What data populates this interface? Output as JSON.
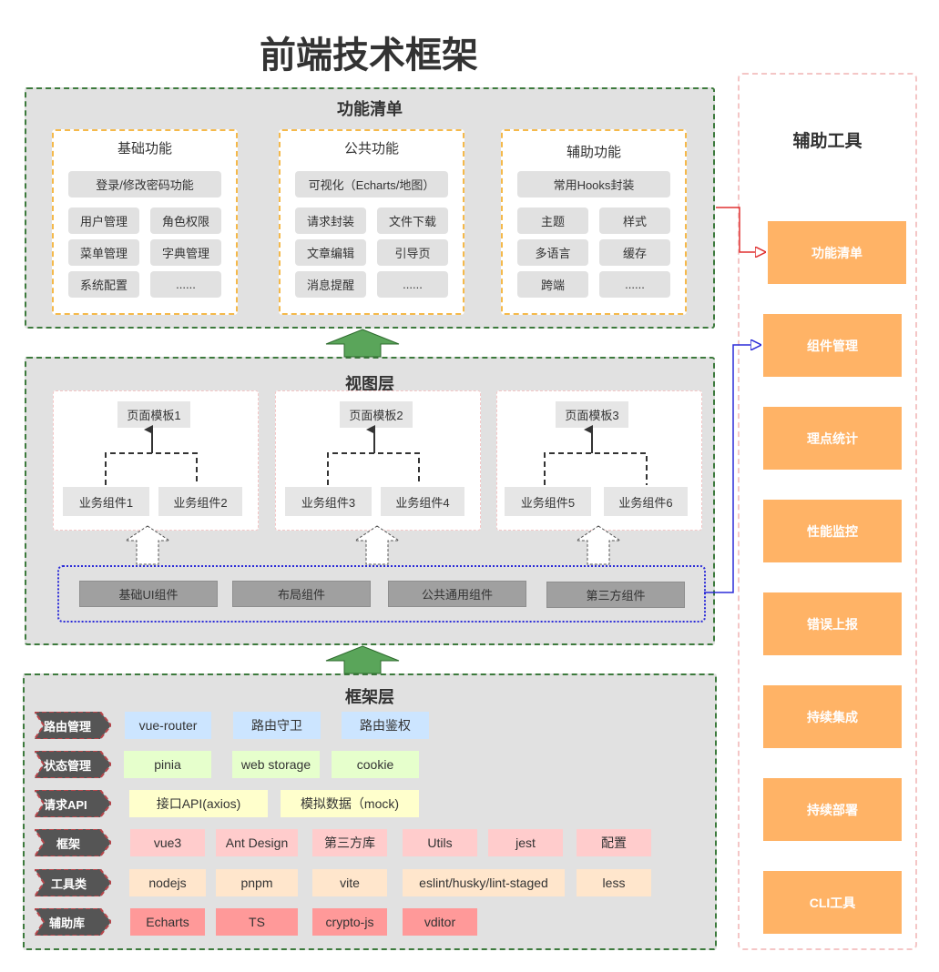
{
  "title": "前端技术框架",
  "function_list": {
    "title": "功能清单",
    "groups": [
      {
        "title": "基础功能",
        "wide": "登录/修改密码功能",
        "items": [
          "用户管理",
          "角色权限",
          "菜单管理",
          "字典管理",
          "系统配置",
          "......"
        ]
      },
      {
        "title": "公共功能",
        "wide": "可视化（Echarts/地图）",
        "items": [
          "请求封装",
          "文件下载",
          "文章编辑",
          "引导页",
          "消息提醒",
          "......"
        ]
      },
      {
        "title": "辅助功能",
        "wide": "常用Hooks封装",
        "items": [
          "主题",
          "样式",
          "多语言",
          "缓存",
          "跨端",
          "......"
        ]
      }
    ]
  },
  "view_layer": {
    "title": "视图层",
    "templates": [
      {
        "page": "页面模板1",
        "components": [
          "业务组件1",
          "业务组件2"
        ]
      },
      {
        "page": "页面模板2",
        "components": [
          "业务组件3",
          "业务组件4"
        ]
      },
      {
        "page": "页面模板3",
        "components": [
          "业务组件5",
          "业务组件6"
        ]
      }
    ],
    "base": [
      "基础UI组件",
      "布局组件",
      "公共通用组件",
      "第三方组件"
    ]
  },
  "framework_layer": {
    "title": "框架层",
    "rows": [
      {
        "label": "路由管理",
        "label_color": "#b8454a",
        "items": [
          "vue-router",
          "路由守卫",
          "路由鉴权"
        ],
        "color": "#cce5ff"
      },
      {
        "label": "状态管理",
        "label_color": "#b8454a",
        "items": [
          "pinia",
          "web storage",
          "cookie"
        ],
        "color": "#e6ffcc"
      },
      {
        "label": "请求API",
        "label_color": "#b8454a",
        "items": [
          "接口API(axios)",
          "模拟数据（mock)"
        ],
        "color": "#ffffcc"
      },
      {
        "label": "框架",
        "label_color": "#b8454a",
        "items": [
          "vue3",
          "Ant Design",
          "第三方库",
          "Utils",
          "jest",
          "配置"
        ],
        "color": "#ffcccc"
      },
      {
        "label": "工具类",
        "label_color": "#b8454a",
        "items": [
          "nodejs",
          "pnpm",
          "vite",
          "eslint/husky/lint-staged",
          "less"
        ],
        "color": "#ffe6cc"
      },
      {
        "label": "辅助库",
        "label_color": "#b8454a",
        "items": [
          "Echarts",
          "TS",
          "crypto-js",
          "vditor"
        ],
        "color": "#ff9999"
      }
    ]
  },
  "tools": {
    "title": "辅助工具",
    "items": [
      "功能清单",
      "组件管理",
      "理点统计",
      "性能监控",
      "错误上报",
      "持续集成",
      "持续部署",
      "CLI工具"
    ]
  },
  "colors": {
    "panel_bg": "#e1e1e1",
    "panel_border": "#3d7a3d",
    "group_border": "#f5b94a",
    "tool_item": "#ffb366",
    "arrow_green": "#5aa55a",
    "connector_red": "#e03030",
    "connector_blue": "#2b2bd8"
  }
}
